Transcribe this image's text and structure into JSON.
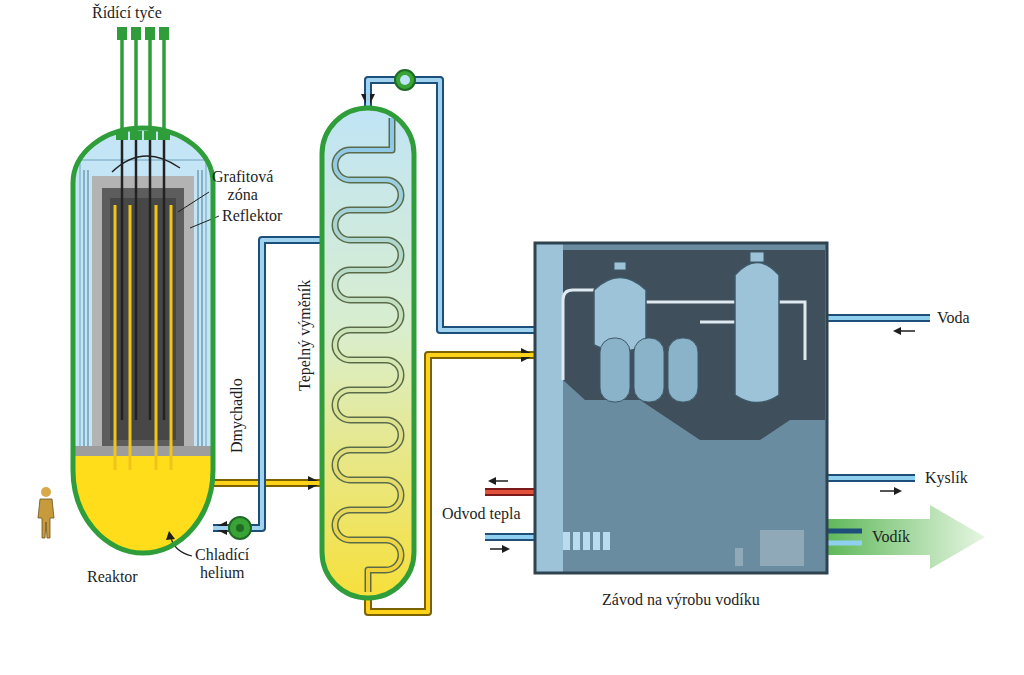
{
  "diagram": {
    "nodes": [
      {
        "text": [
          "Reaktor"
        ]
      },
      {
        "text": [
          "Tepelný výměník"
        ]
      },
      {
        "text": [
          "Závod na výrobu vodíku"
        ]
      }
    ],
    "edges": [
      {
        "from": 0,
        "to": 1,
        "arrow": "to"
      },
      {
        "from": 1,
        "to": 0,
        "arrow": "to"
      },
      {
        "from": 1,
        "to": 2,
        "arrow": "to"
      },
      {
        "from": 2,
        "to": 1,
        "arrow": "to"
      }
    ],
    "labels": [
      "Řídící tyče",
      "Grafitová zóna",
      "Reflektor",
      "Dmychadlo",
      "Chladící helium",
      "Odvod tepla",
      "Voda",
      "Kyslík",
      "Vodík"
    ]
  }
}
